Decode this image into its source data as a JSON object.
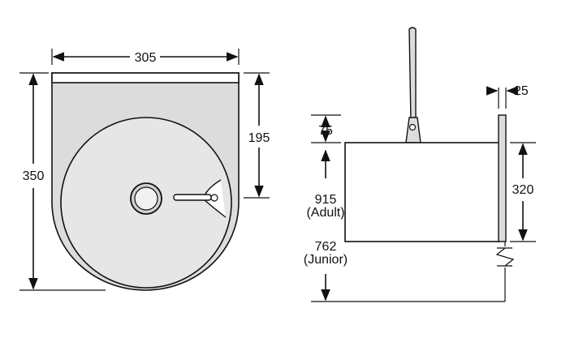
{
  "plan_view": {
    "width_label": "305",
    "depth_label": "350",
    "bowl_depth_label": "195"
  },
  "side_view": {
    "splashback_label": "25",
    "rim_label": "75",
    "height_label": "320",
    "adult_height_value": "915",
    "adult_height_note": "(Adult)",
    "junior_height_value": "762",
    "junior_height_note": "(Junior)"
  }
}
